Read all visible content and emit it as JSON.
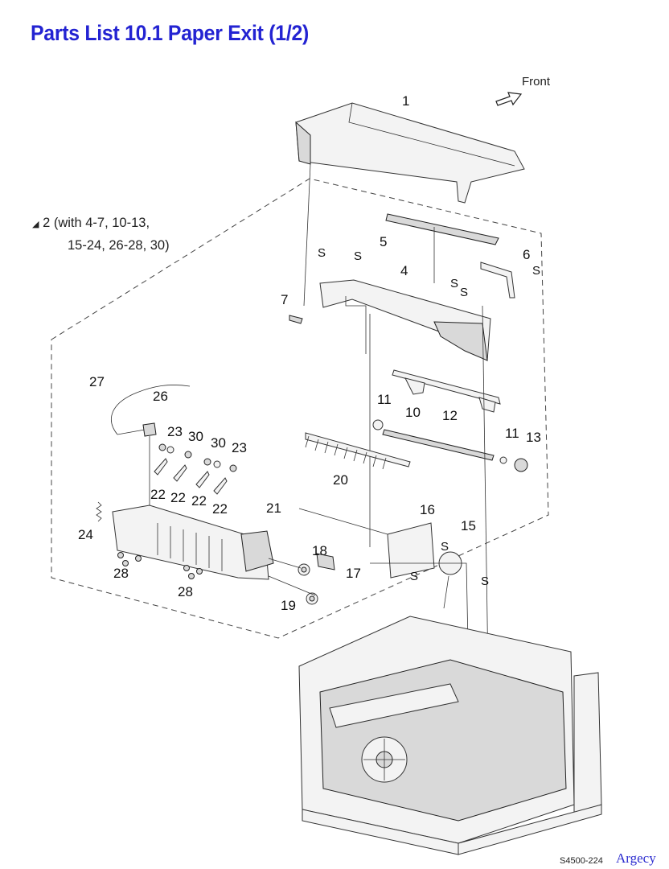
{
  "header": {
    "title": "Parts List 10.1 Paper Exit (1/2)"
  },
  "orientation": {
    "label": "Front"
  },
  "assembly_note": {
    "line1": "2 (with 4-7, 10-13,",
    "line2": "15-24, 26-28, 30)"
  },
  "callouts": {
    "p1": "1",
    "p4": "4",
    "p5": "5",
    "p6": "6",
    "p7": "7",
    "p10": "10",
    "p11a": "11",
    "p11b": "11",
    "p12": "12",
    "p13": "13",
    "p15": "15",
    "p16": "16",
    "p17": "17",
    "p18": "18",
    "p19": "19",
    "p20": "20",
    "p21": "21",
    "p22a": "22",
    "p22b": "22",
    "p22c": "22",
    "p22d": "22",
    "p23a": "23",
    "p23b": "23",
    "p24": "24",
    "p26": "26",
    "p27": "27",
    "p28a": "28",
    "p28b": "28",
    "p30a": "30",
    "p30b": "30"
  },
  "screw_mark": "S",
  "footer": {
    "doc_code": "S4500-224",
    "brand": "Argecy"
  }
}
